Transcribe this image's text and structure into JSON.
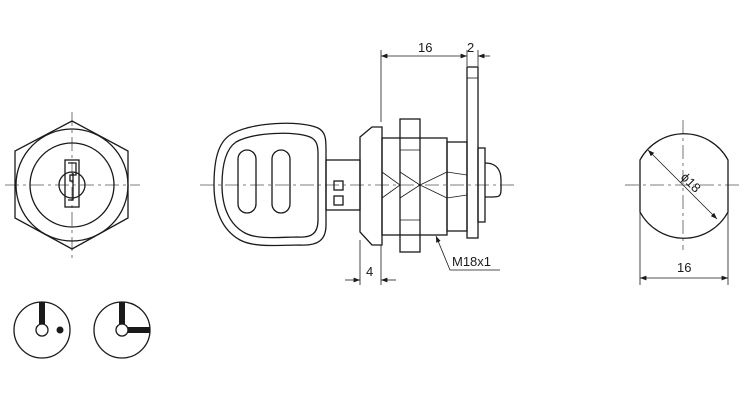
{
  "dimensions": {
    "body_length": "16",
    "cam_thickness": "2",
    "bezel_depth": "4",
    "thread": "M18x1",
    "diameter": "ϕ18",
    "flat_width": "16"
  },
  "colors": {
    "line": "#1a1a1a",
    "background": "#ffffff"
  }
}
